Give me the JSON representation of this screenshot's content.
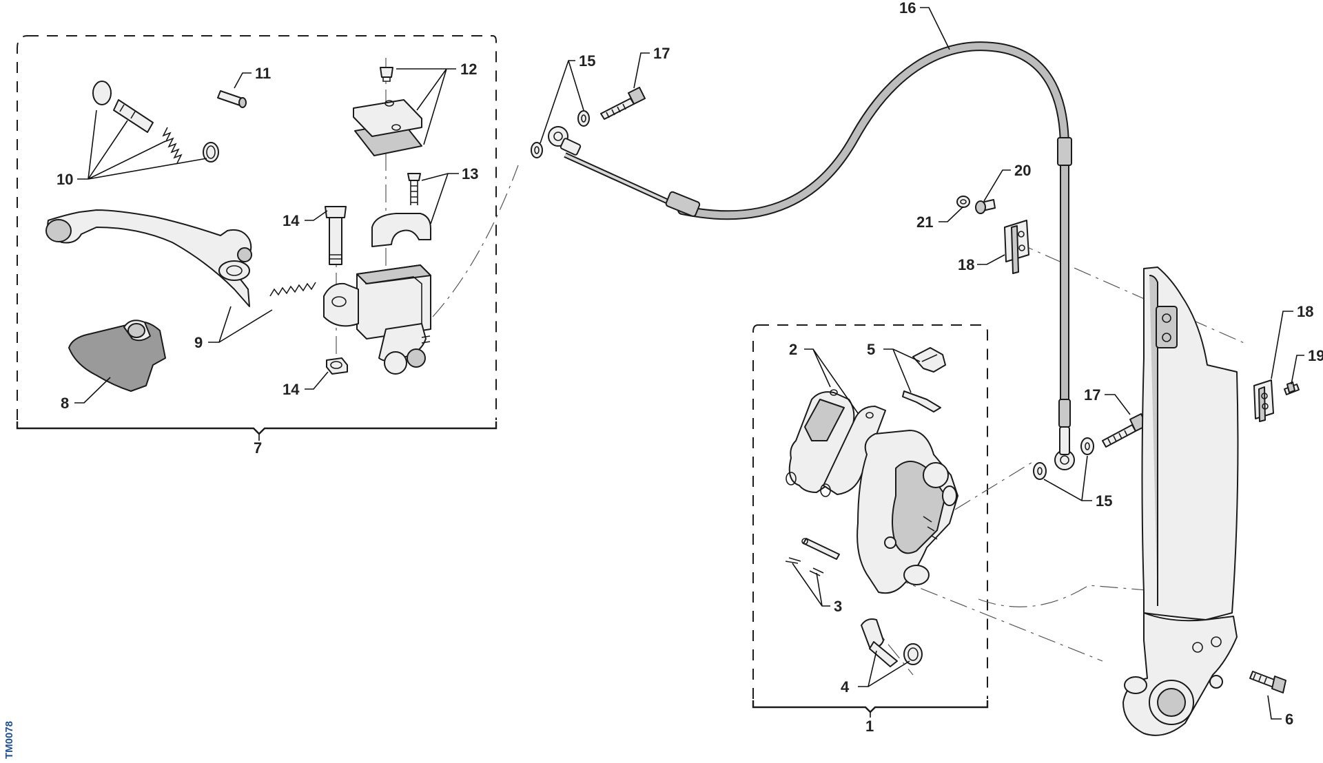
{
  "drawing": {
    "code": "TM0078",
    "accent_color": "#1d4f91",
    "callouts": [
      "1",
      "2",
      "3",
      "4",
      "5",
      "6",
      "7",
      "8",
      "9",
      "10",
      "11",
      "12",
      "13",
      "14",
      "14",
      "15",
      "15",
      "16",
      "17",
      "17",
      "18",
      "18",
      "19",
      "20",
      "21"
    ]
  }
}
